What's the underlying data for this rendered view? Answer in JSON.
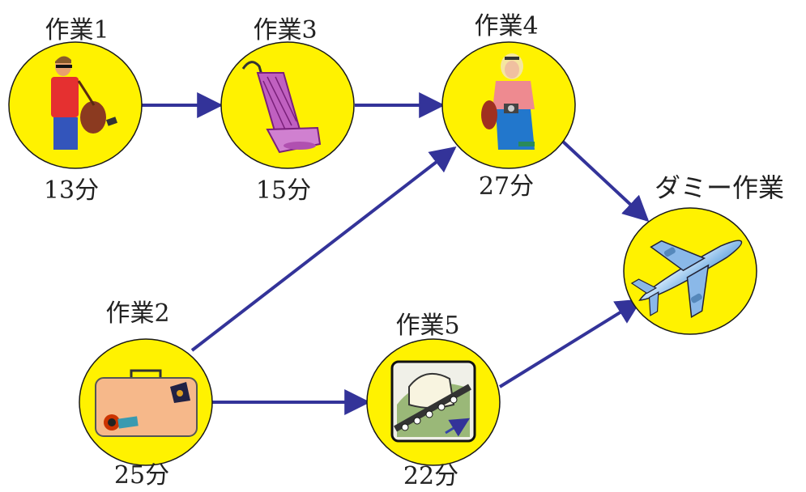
{
  "diagram": {
    "tasks": {
      "task1": {
        "title": "作業1",
        "duration": "13分",
        "icon": "traveler-man-icon"
      },
      "task2": {
        "title": "作業2",
        "duration": "25分",
        "icon": "suitcase-icon"
      },
      "task3": {
        "title": "作業3",
        "duration": "15分",
        "icon": "vacuum-cleaner-icon"
      },
      "task4": {
        "title": "作業4",
        "duration": "27分",
        "icon": "traveler-woman-icon"
      },
      "task5": {
        "title": "作業5",
        "duration": "22分",
        "icon": "baggage-carousel-icon"
      },
      "dummy": {
        "title": "ダミー作業",
        "icon": "airplane-icon"
      }
    },
    "edges": [
      {
        "from": "task1",
        "to": "task3"
      },
      {
        "from": "task3",
        "to": "task4"
      },
      {
        "from": "task2",
        "to": "task4"
      },
      {
        "from": "task2",
        "to": "task5"
      },
      {
        "from": "task4",
        "to": "dummy"
      },
      {
        "from": "task5",
        "to": "dummy"
      }
    ],
    "colors": {
      "node_fill": "#FFF200",
      "node_stroke": "#1a1a1a",
      "arrow": "#333399",
      "text": "#222222"
    }
  }
}
